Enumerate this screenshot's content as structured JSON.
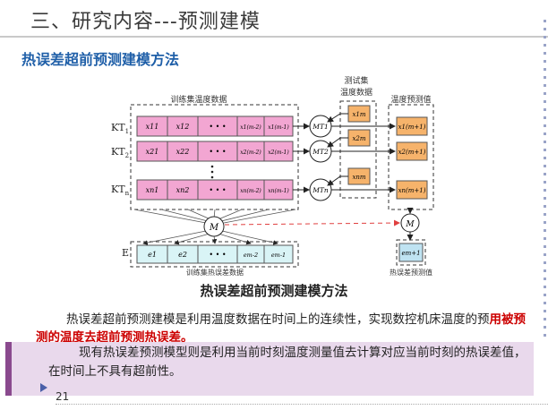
{
  "slide": {
    "title": "三、研究内容---预测建模",
    "subtitle": "热误差超前预测建模方法",
    "page_number": "21"
  },
  "diagram": {
    "train_header": "训练集温度数据",
    "test_header_line1": "测试集",
    "test_header_line2": "温度数据",
    "pred_header": "温度预测值",
    "train_error_label": "训练集热误差数据",
    "test_error_label": "热误差预测值",
    "model_M": "M",
    "E_label": "E",
    "rows": [
      {
        "kt_main": "KT",
        "kt_sub": "1",
        "cells": [
          "x11",
          "x12",
          "• • •",
          "x1(m-2)",
          "x1(m-1)"
        ],
        "model": "MT1",
        "test": "x1m",
        "pred": "x1(m+1)"
      },
      {
        "kt_main": "KT",
        "kt_sub": "2",
        "cells": [
          "x21",
          "x22",
          "• • •",
          "x2(m-2)",
          "x2(m-1)"
        ],
        "model": "MT2",
        "test": "x2m",
        "pred": "x2(m+1)"
      },
      {
        "kt_main": "KT",
        "kt_sub": "n",
        "cells": [
          "xn1",
          "xn2",
          "• • •",
          "xn(m-2)",
          "xn(m-1)"
        ],
        "model": "MTn",
        "test": "xnm",
        "pred": "xn(m+1)"
      }
    ],
    "e_cells": [
      "e1",
      "e2",
      "• • •",
      "em-2",
      "em-1"
    ],
    "e_pred": "em+1",
    "colors": {
      "pink": "#f2a6d2",
      "orange": "#f6b36b",
      "cyan": "#d9f4f6"
    }
  },
  "caption": "热误差超前预测建模方法",
  "paragraph1": {
    "text_a": "热误差超前预测建模是利用温度数据在时间上的连续性，实现数控机床温度的预",
    "text_b": "用被预测的温度去超前预测热误差。"
  },
  "callout": {
    "text": "现有热误差预测模型则是利用当前时刻温度测量值去计算对应当前时刻的热误差值，在时间上不具有超前性。"
  }
}
